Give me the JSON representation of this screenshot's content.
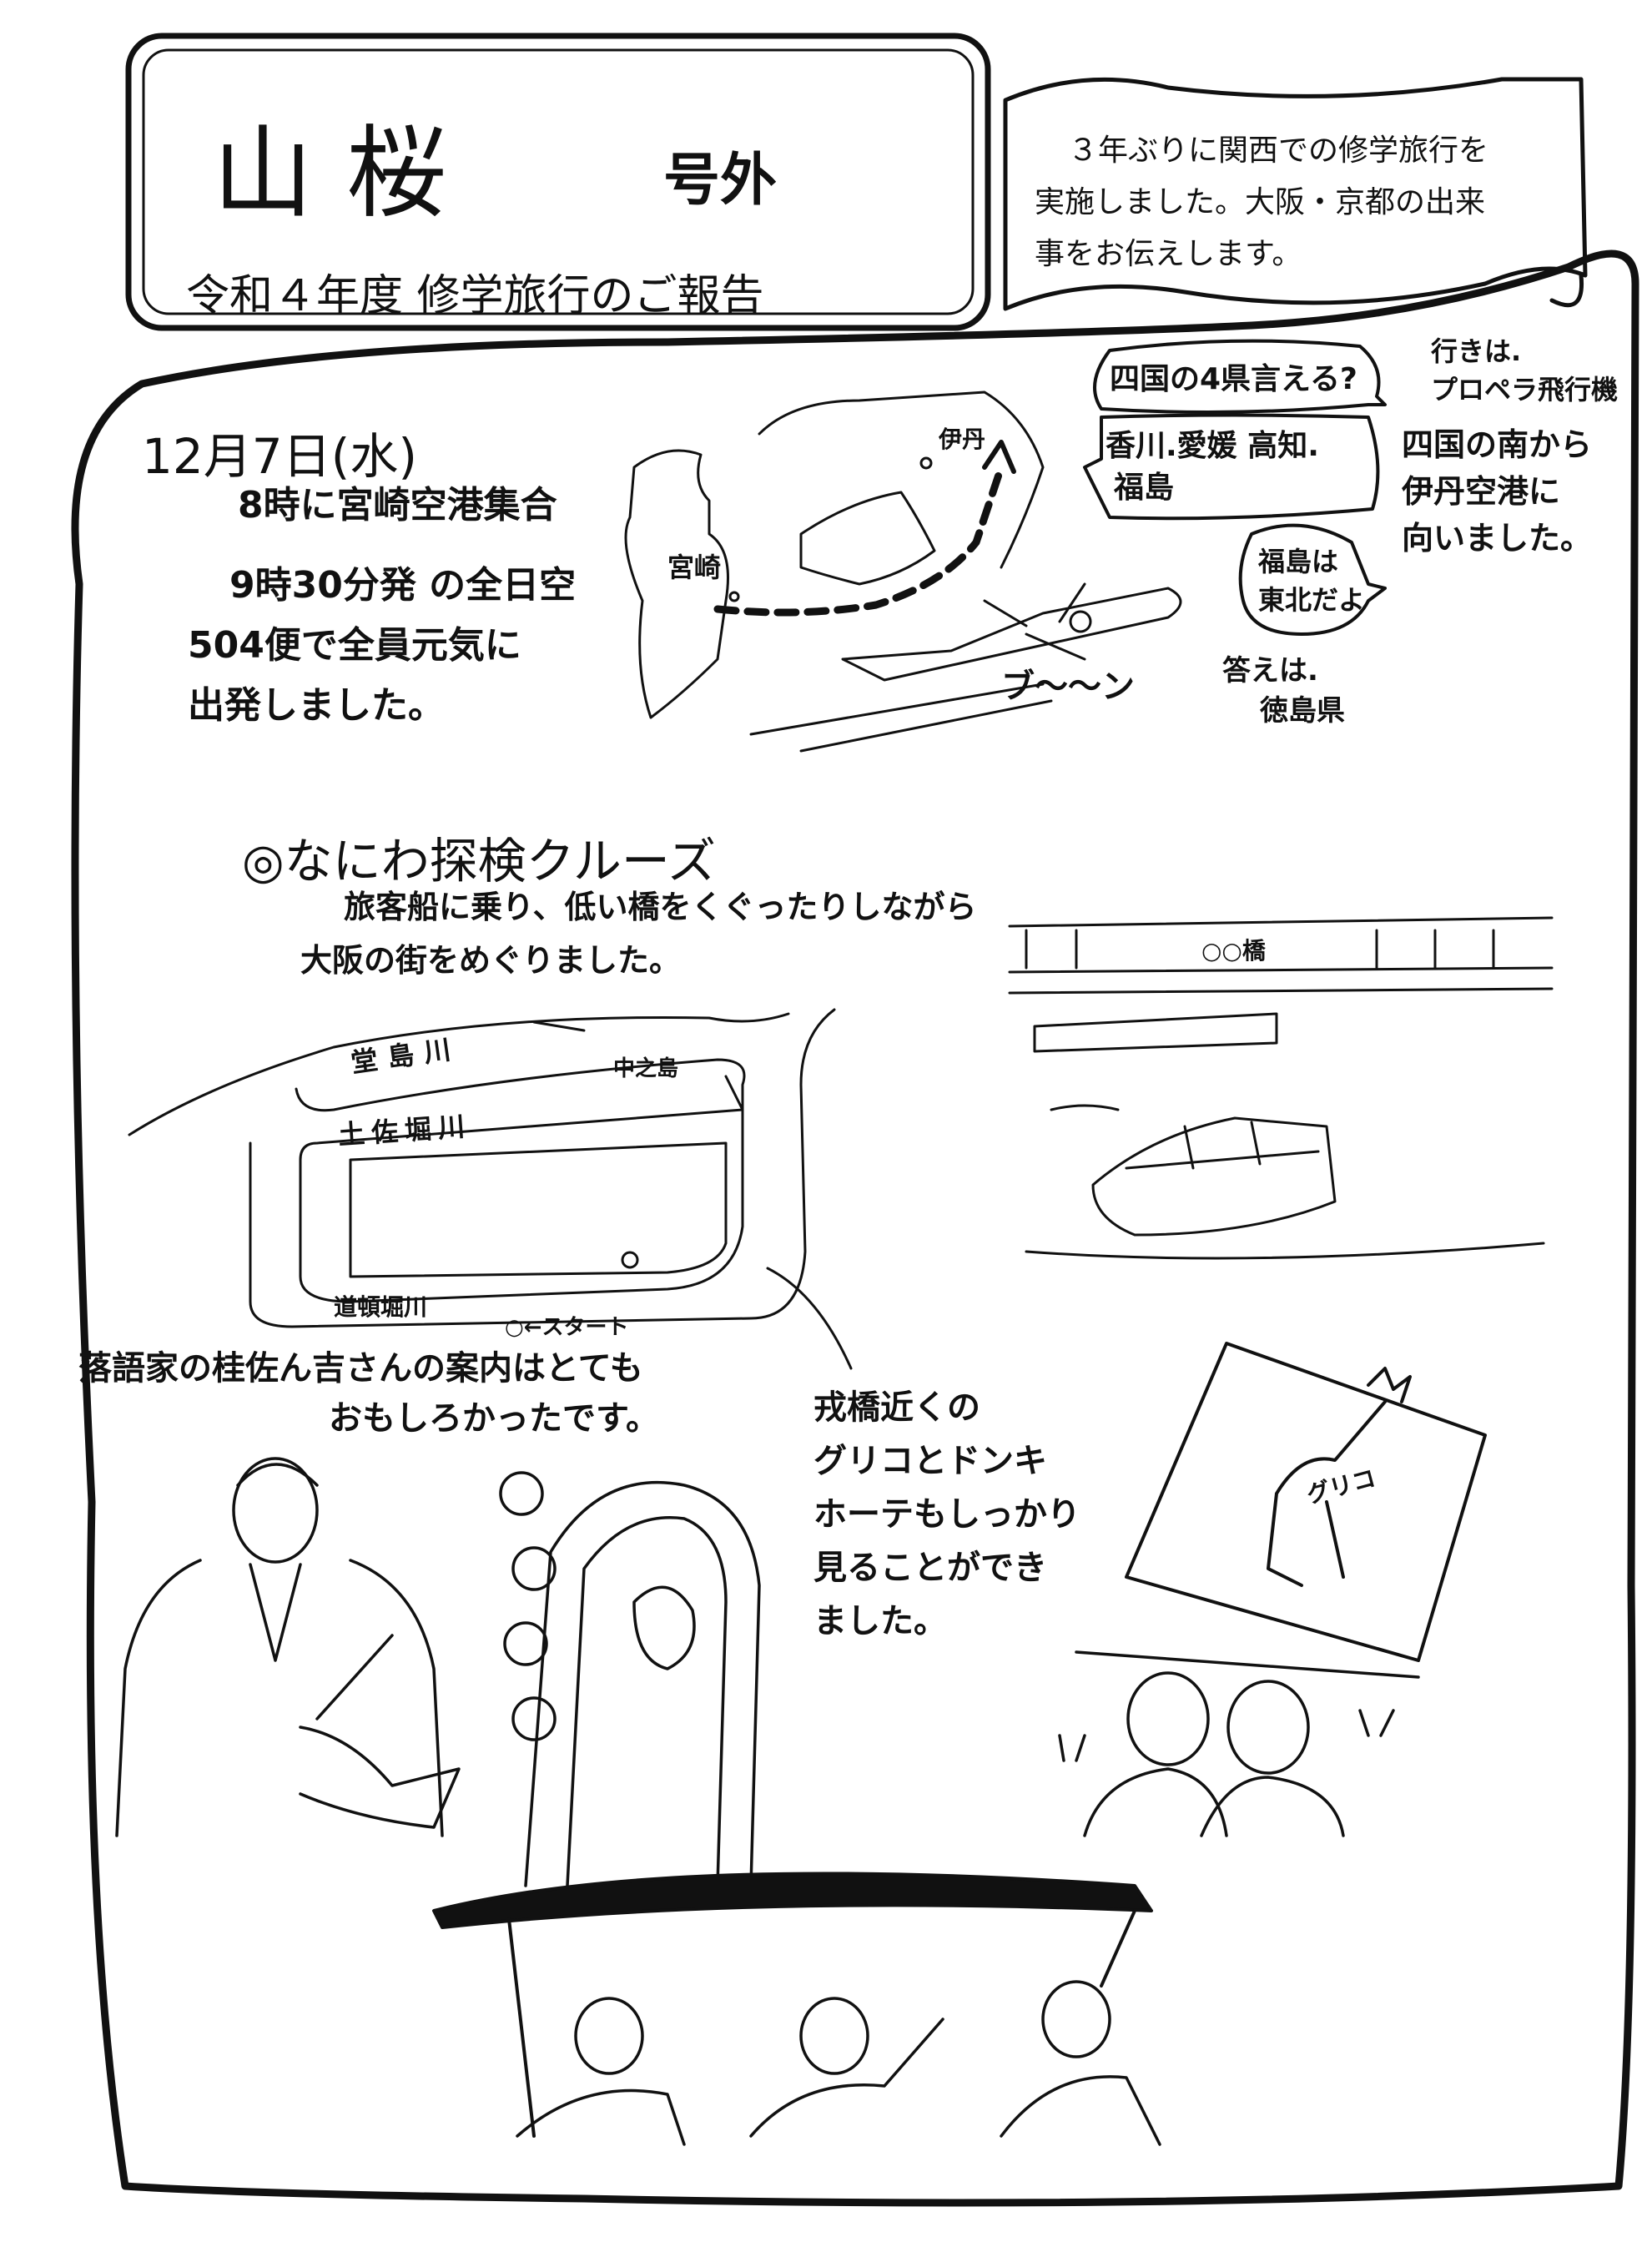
{
  "header": {
    "title": "山桜",
    "extra_label": "号外",
    "subtitle": "令和４年度 修学旅行のご報告"
  },
  "intro": {
    "lines": [
      "３年ぶりに関西での修学旅行を",
      "実施しました。大阪・京都の出来",
      "事をお伝えします。"
    ]
  },
  "day1": {
    "date": "12月7日(水)",
    "lines": [
      "8時に宮崎空港集合",
      "9時30分発 の全日空",
      "504便で全員元気に",
      "出発しました。"
    ],
    "map_labels": {
      "miyazaki": "宮崎",
      "itami": "伊丹"
    },
    "plane_sound": "ブ〜〜ン",
    "bubble_question": "四国の4県言える?",
    "bubble_answer_lines": [
      "香川.愛媛 高知.",
      "福島"
    ],
    "bubble_correction_lines": [
      "福島は",
      "東北だよ"
    ],
    "quiz_answer_lines": [
      "答えは.",
      "徳島県"
    ],
    "side_note_1": [
      "行きは.",
      "プロペラ飛行機"
    ],
    "side_note_2": [
      "四国の南から",
      "伊丹空港に",
      "向いました。"
    ]
  },
  "cruise": {
    "heading": "◎なにわ探検クルーズ",
    "lines": [
      "旅客船に乗り、低い橋をくぐったりしながら",
      "大阪の街をめぐりました。"
    ],
    "map_labels": {
      "dojima": "堂島川",
      "nakanoshima": "中之島",
      "tosabori": "土佐堀川",
      "dotonbori": "道頓堀川",
      "start": "○←スタート"
    },
    "bridge_sign": "○○橋",
    "guide_lines": [
      "落語家の桂佐ん吉さんの案内はとても",
      "おもしろかったです。"
    ],
    "ebisu_lines": [
      "戎橋近くの",
      "グリコとドンキ",
      "ホーテもしっかり",
      "見ることができ",
      "ました。"
    ],
    "sign_logo_text": "グリコ"
  }
}
